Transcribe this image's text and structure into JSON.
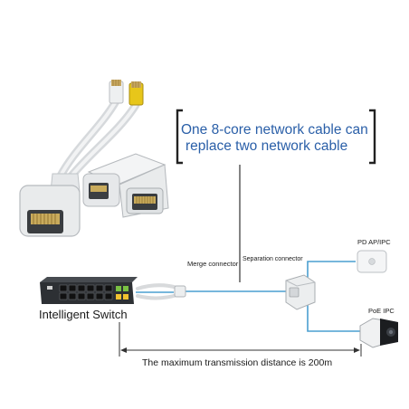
{
  "headline": {
    "line1": "One 8-core network cable can",
    "line2": "replace two network cable"
  },
  "labels": {
    "merge_connector": "Merge connector",
    "separation_connector": "Separation connector",
    "pd_device": "PD AP/IPC",
    "poe_device": "PoE IPC",
    "switch": "Intelligent Switch",
    "distance": "The maximum transmission distance is 200m"
  },
  "colors": {
    "cable": "#4a9fd0",
    "headline_text": "#2a5fa8",
    "bracket": "#222222",
    "switch_body": "#2d3034",
    "rj45_port": "#111111",
    "connector_plastic": "#e9ebec",
    "yellow_plug": "#e7c61a"
  }
}
